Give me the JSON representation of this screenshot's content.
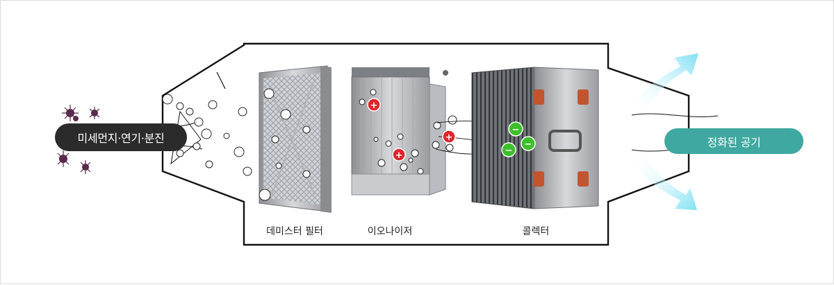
{
  "input_label": "미세먼지·연기·분진",
  "output_label": "정화된 공기",
  "stages": [
    {
      "label": "데미스터 필터"
    },
    {
      "label": "이오나이저"
    },
    {
      "label": "콜렉터"
    }
  ],
  "charges": {
    "positive": "+",
    "negative": "−"
  },
  "colors": {
    "outline": "#111111",
    "positive": "#e0242a",
    "negative": "#3cc02a",
    "output_pill": "#3fa8a0",
    "input_pill": "#2b2b2b",
    "arrow": "#7fdcf0",
    "particle": "#5a2a4a"
  }
}
